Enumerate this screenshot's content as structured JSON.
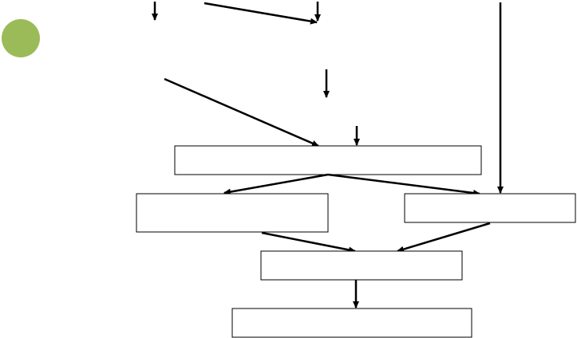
{
  "diagram": {
    "marker": {
      "color": "#9BBB59"
    },
    "colors": {
      "stroke": "#000000",
      "box_fill": "#ffffff"
    },
    "nodes": [
      {
        "id": "box-top",
        "label": ""
      },
      {
        "id": "box-left",
        "label": ""
      },
      {
        "id": "box-right",
        "label": ""
      },
      {
        "id": "box-merge",
        "label": ""
      },
      {
        "id": "box-bottom",
        "label": ""
      }
    ],
    "edges": [
      {
        "from": "",
        "to": ""
      },
      {
        "from": "",
        "to": ""
      },
      {
        "from": "",
        "to": "box-top"
      },
      {
        "from": "",
        "to": "box-top"
      },
      {
        "from": "",
        "to": "box-right"
      },
      {
        "from": "box-top",
        "to": "box-left"
      },
      {
        "from": "box-top",
        "to": "box-right"
      },
      {
        "from": "box-left",
        "to": "box-merge"
      },
      {
        "from": "box-right",
        "to": "box-merge"
      },
      {
        "from": "box-merge",
        "to": "box-bottom"
      }
    ]
  }
}
